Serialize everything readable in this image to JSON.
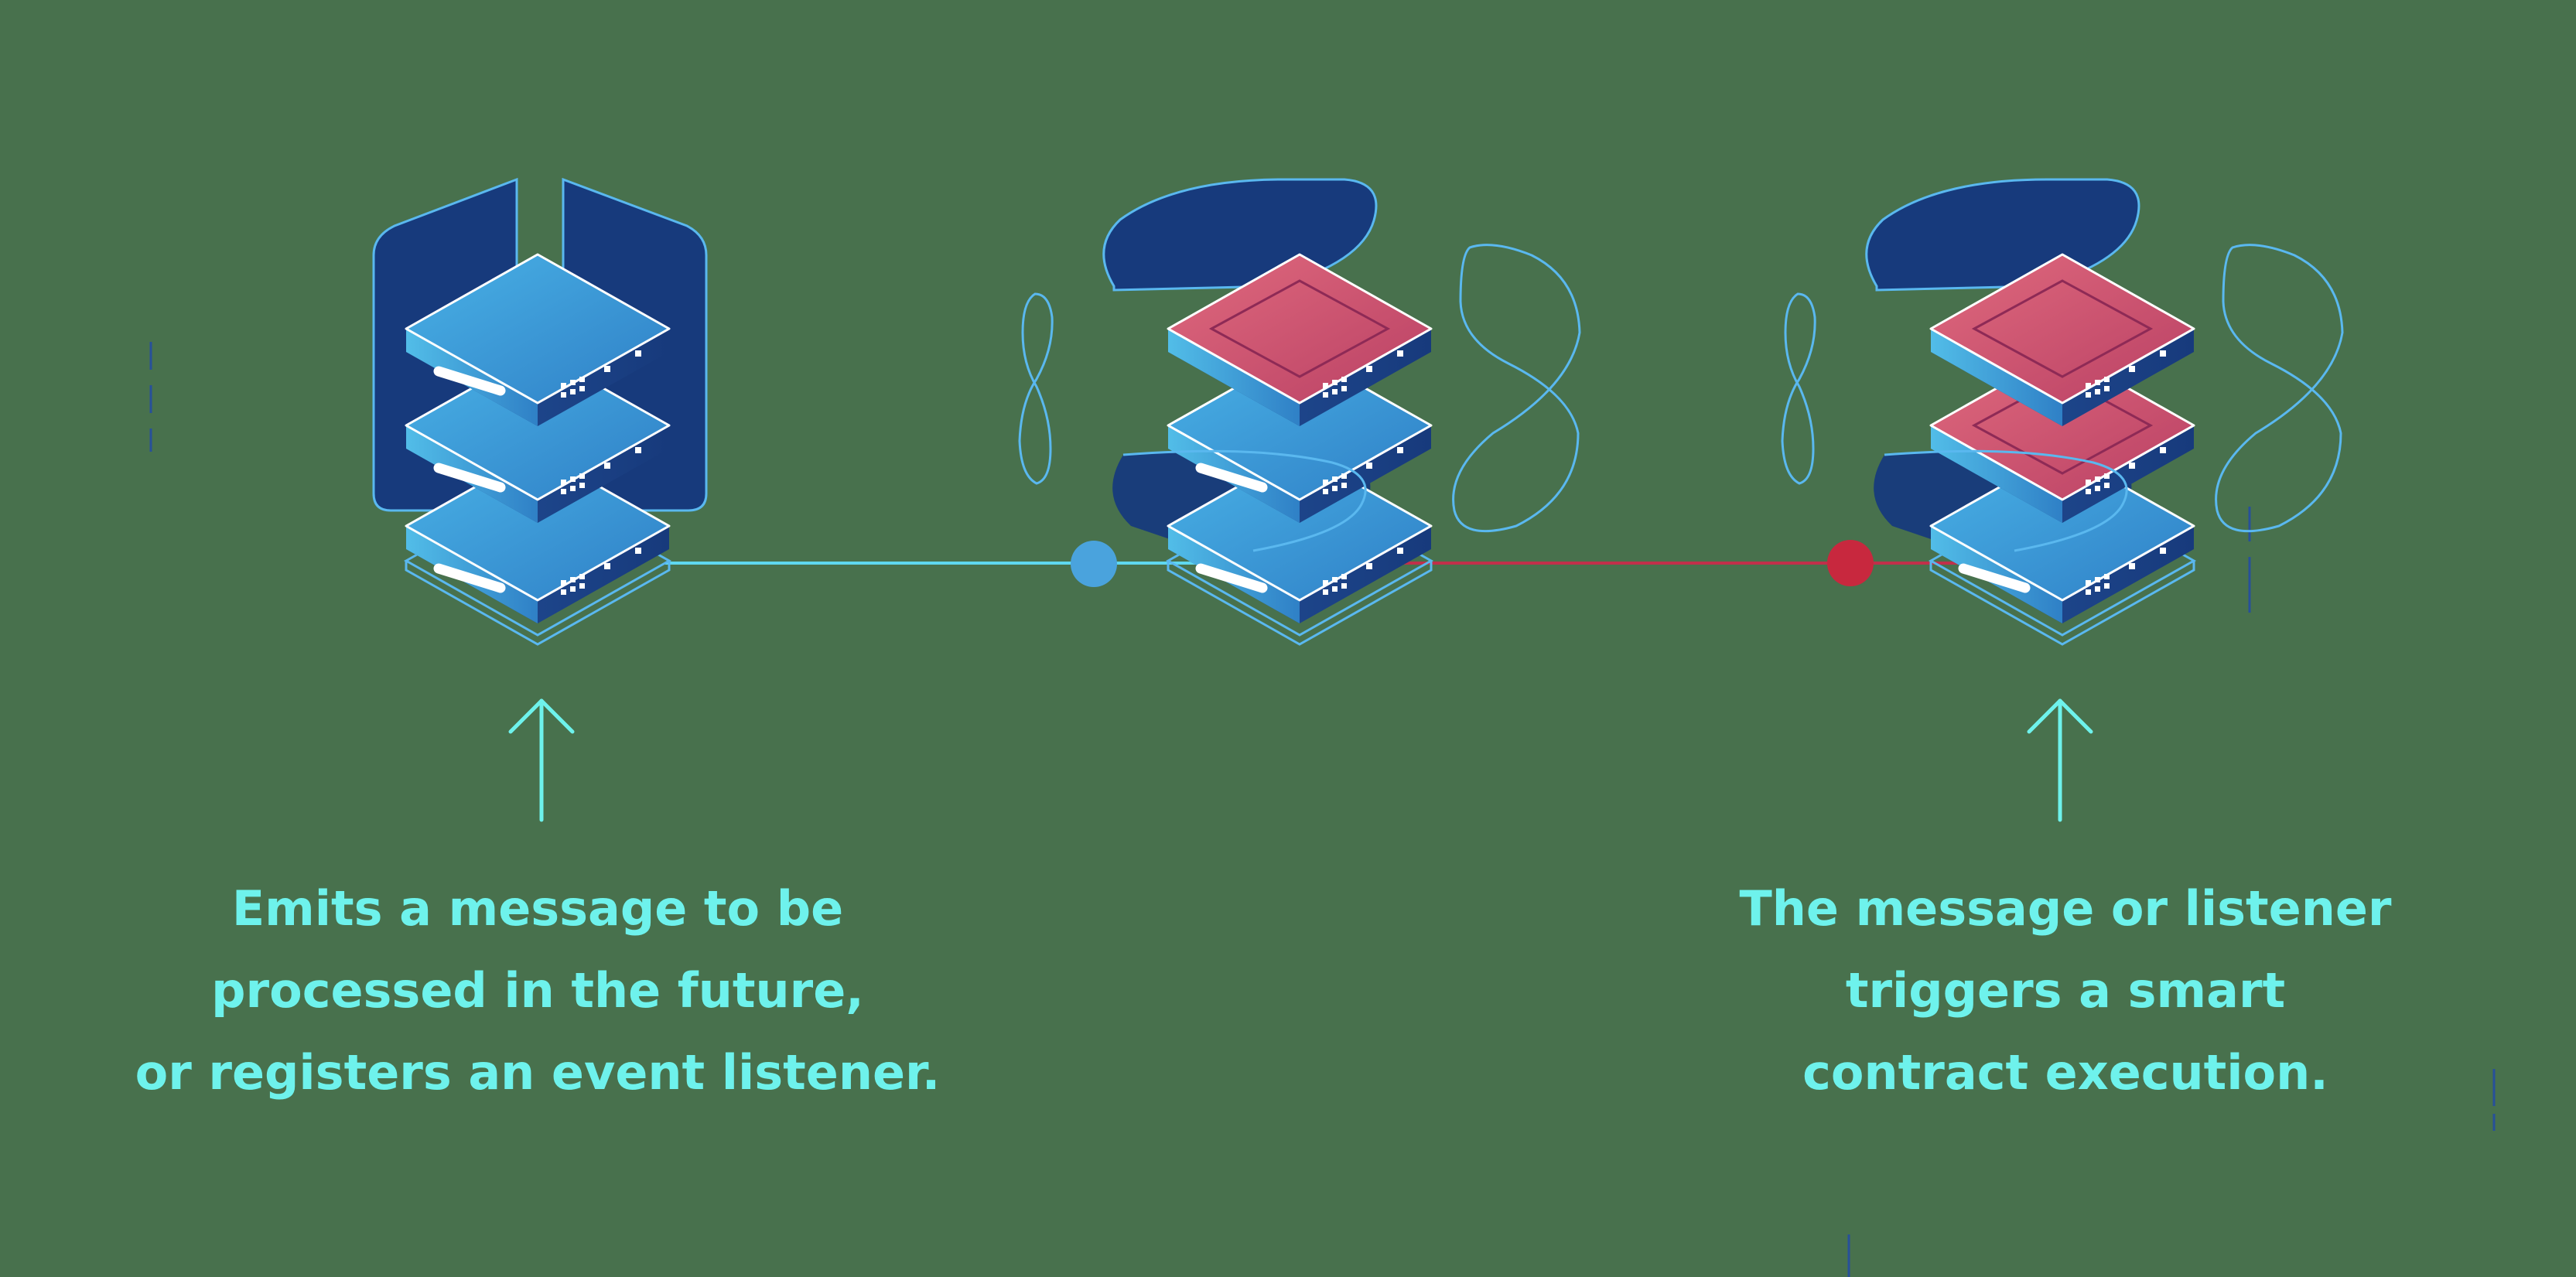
{
  "captions": {
    "left": [
      "Emits a message to be",
      "processed in the future,",
      "or registers an event listener."
    ],
    "right": [
      "The message or listener",
      "triggers a smart",
      "contract execution."
    ]
  },
  "colors": {
    "background": "#48714d",
    "caption_text": "#6ef2ec",
    "arrow": "#6ef2ec",
    "connector_blue": "#5fd8ef",
    "connector_red": "#c0304a",
    "node_blue": "#4aa3dd",
    "node_red": "#c8283e",
    "server_top_blue": "#3f9fd9",
    "server_top_pink": "#d4556f",
    "server_side_dark": "#1b3f86",
    "backdrop_navy": "#173a7c",
    "outline": "#5ab8ef"
  },
  "icons": {
    "left": "server-stack-icon",
    "middle": "server-stack-icon",
    "right": "server-stack-icon",
    "arrows": "arrow-up-icon"
  }
}
